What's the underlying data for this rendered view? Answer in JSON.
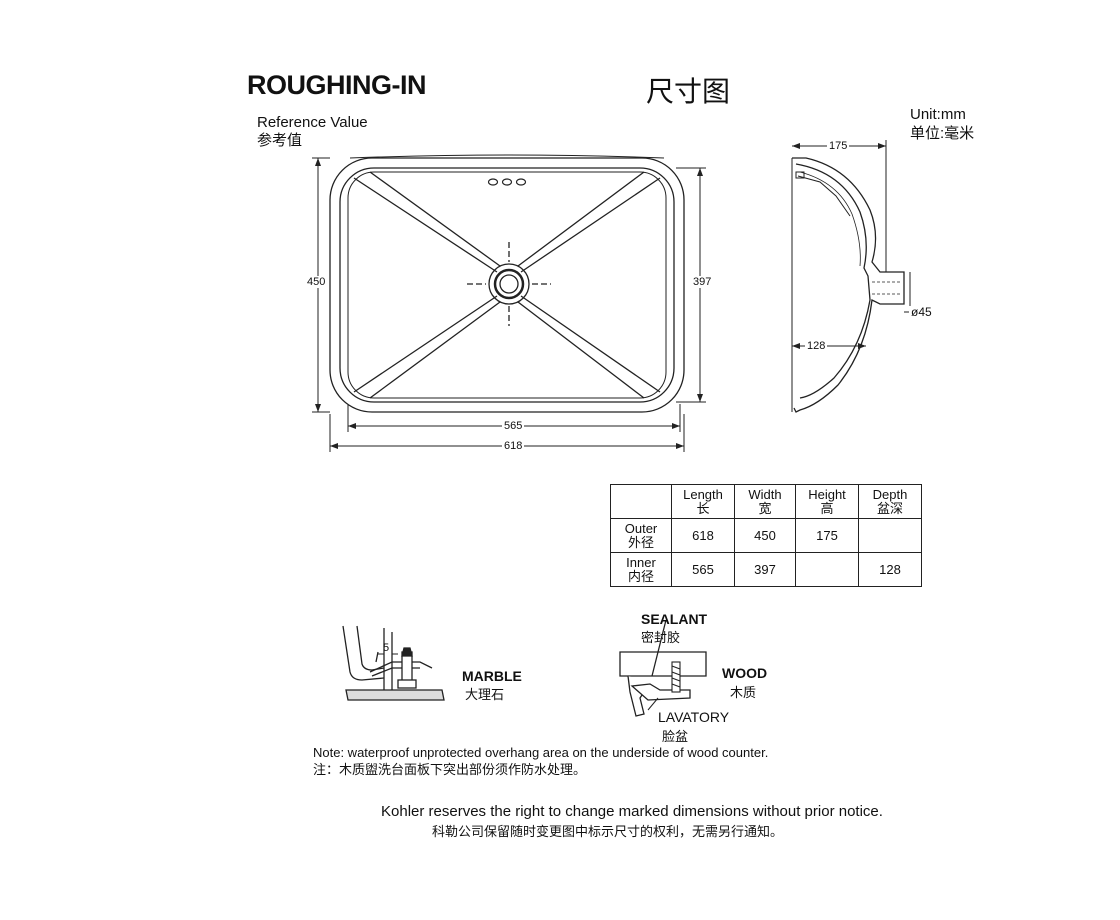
{
  "header": {
    "title_en": "ROUGHING-IN",
    "title_cn": "尺寸图",
    "reference_en": "Reference Value",
    "reference_cn": "参考值",
    "unit_en": "Unit:mm",
    "unit_cn": "单位:毫米"
  },
  "top_view": {
    "outer_width": "618",
    "inner_width": "565",
    "outer_length": "450",
    "inner_length": "397"
  },
  "side_view": {
    "height": "175",
    "depth": "128",
    "drain_dia": "ø45"
  },
  "spec_table": {
    "columns": [
      {
        "en": "Length",
        "cn": "长"
      },
      {
        "en": "Width",
        "cn": "宽"
      },
      {
        "en": "Height",
        "cn": "高"
      },
      {
        "en": "Depth",
        "cn": "盆深"
      }
    ],
    "rows": [
      {
        "en": "Outer",
        "cn": "外径",
        "values": [
          "618",
          "450",
          "175",
          ""
        ]
      },
      {
        "en": "Inner",
        "cn": "内径",
        "values": [
          "565",
          "397",
          "",
          "128"
        ]
      }
    ]
  },
  "installs": {
    "marble_gap": "5",
    "marble_en": "MARBLE",
    "marble_cn": "大理石",
    "sealant_en": "SEALANT",
    "sealant_cn": "密封胶",
    "wood_en": "WOOD",
    "wood_cn": "木质",
    "lavatory_en": "LAVATORY",
    "lavatory_cn": "脸盆"
  },
  "notes": {
    "note_en": "Note: waterproof unprotected overhang area on the underside of wood counter.",
    "note_cn": "注：木质盥洗台面板下突出部份须作防水处理。",
    "disclaimer_en": "Kohler reserves the right to change marked dimensions without prior notice.",
    "disclaimer_cn": "科勒公司保留随时变更图中标示尺寸的权利，无需另行通知。"
  }
}
